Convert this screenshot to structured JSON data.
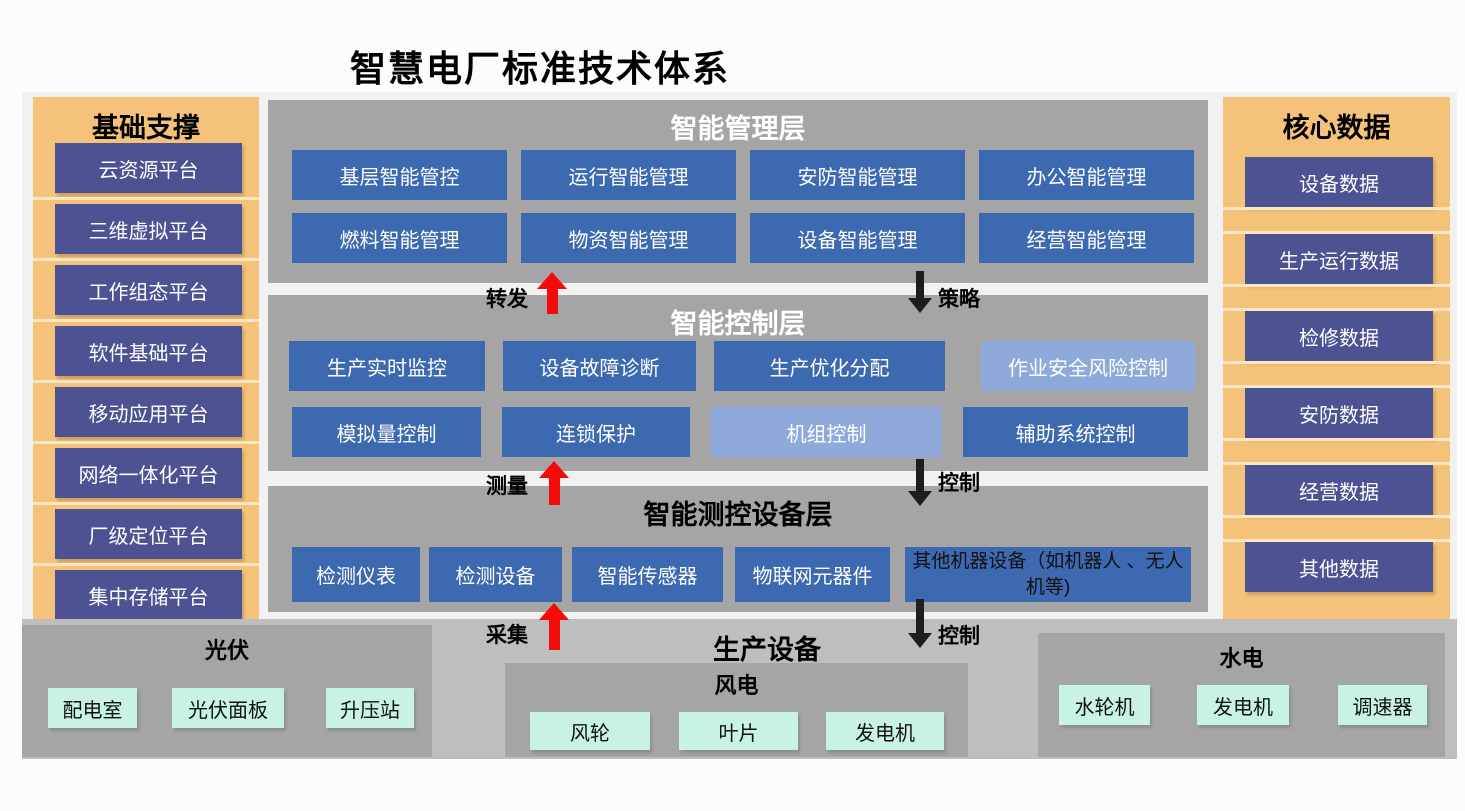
{
  "title": "智慧电厂标准技术体系",
  "left_column": {
    "title": "基础支撑",
    "items": [
      "云资源平台",
      "三维虚拟平台",
      "工作组态平台",
      "软件基础平台",
      "移动应用平台",
      "网络一体化平台",
      "厂级定位平台",
      "集中存储平台"
    ]
  },
  "right_column": {
    "title": "核心数据",
    "items": [
      "设备数据",
      "生产运行数据",
      "检修数据",
      "安防数据",
      "经营数据",
      "其他数据"
    ]
  },
  "layers": {
    "management": {
      "title": "智能管理层",
      "rows": [
        [
          "基层智能管控",
          "运行智能管理",
          "安防智能管理",
          "办公智能管理"
        ],
        [
          "燃料智能管理",
          "物资智能管理",
          "设备智能管理",
          "经营智能管理"
        ]
      ]
    },
    "control": {
      "title": "智能控制层",
      "rows": [
        [
          "生产实时监控",
          "设备故障诊断",
          "生产优化分配",
          "作业安全风险控制"
        ],
        [
          "模拟量控制",
          "连锁保护",
          "机组控制",
          "辅助系统控制"
        ]
      ]
    },
    "devices": {
      "title": "智能测控设备层",
      "items": [
        "检测仪表",
        "检测设备",
        "智能传感器",
        "物联网元器件",
        "其他机器设备（如机器人 、无人机等)"
      ]
    }
  },
  "arrows": {
    "forward": "转发",
    "strategy": "策略",
    "measure": "测量",
    "control_mid": "控制",
    "collect": "采集",
    "control_low": "控制"
  },
  "production": {
    "title": "生产设备",
    "groups": [
      {
        "title": "光伏",
        "items": [
          "配电室",
          "光伏面板",
          "升压站"
        ]
      },
      {
        "title": "风电",
        "items": [
          "风轮",
          "叶片",
          "发电机"
        ]
      },
      {
        "title": "水电",
        "items": [
          "水轮机",
          "发电机",
          "调速器"
        ]
      }
    ]
  },
  "colors": {
    "orange": "#F5C279",
    "indigo": "#4C5292",
    "blue": "#3C69B0",
    "light_blue": "#8FA9DB",
    "panel_gray": "#A5A5A5",
    "band_gray": "#BEBEBE",
    "backdrop": "#F1F1F2",
    "cyan": "#C8F2E5",
    "red": "#F60909",
    "arrow_dark": "#1E1E1E"
  }
}
